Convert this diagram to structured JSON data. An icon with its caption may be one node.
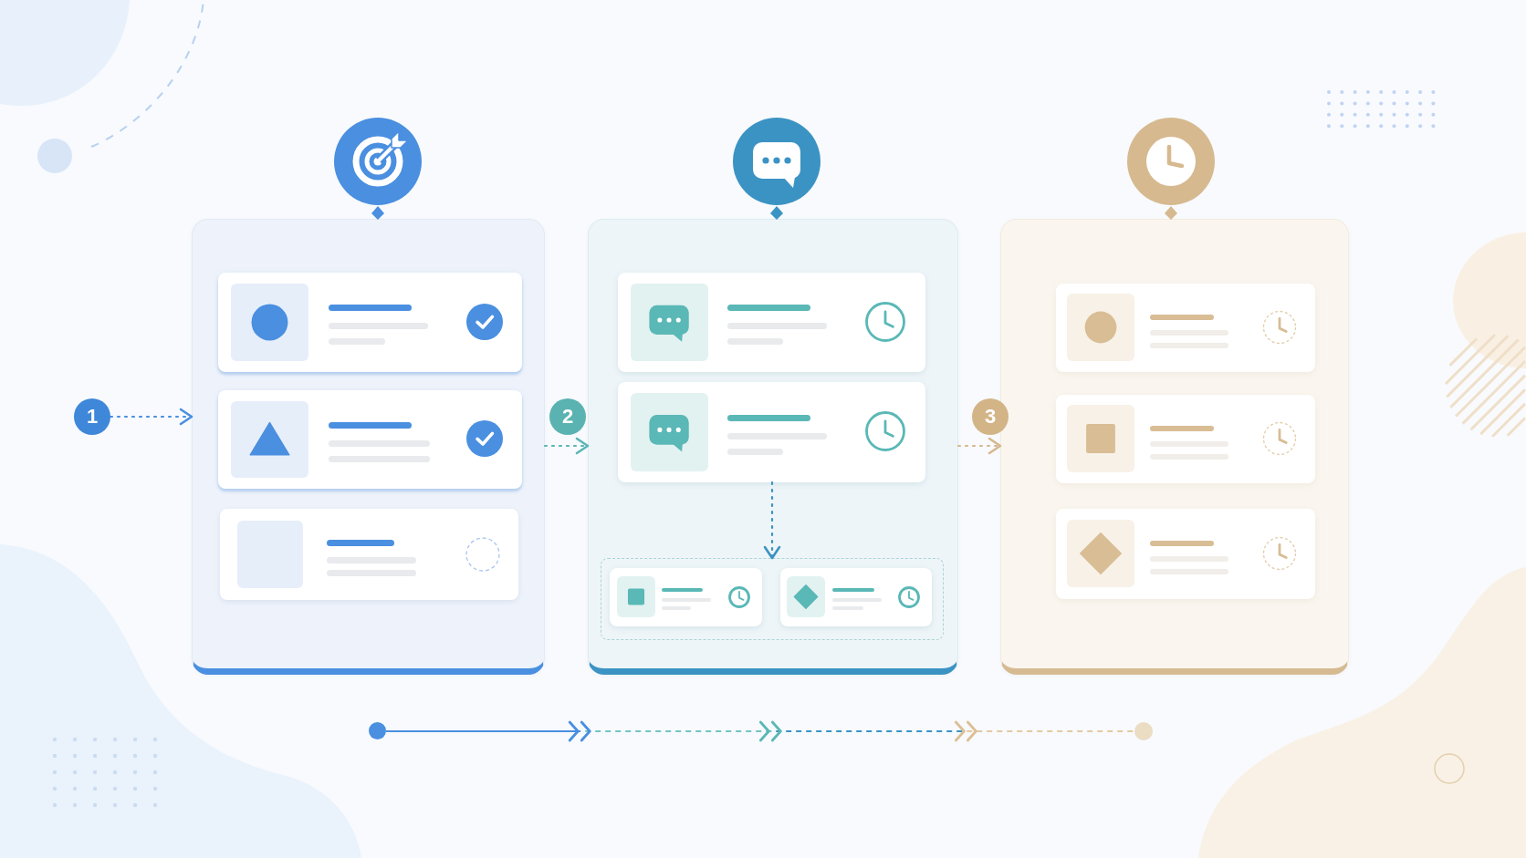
{
  "diagram": {
    "nodes": [
      {
        "text": [
          "1"
        ]
      },
      {
        "text": [],
        "shape": "circle"
      },
      {
        "text": [],
        "shape": "box"
      },
      {
        "text": [],
        "shape": "box",
        "in": 2
      },
      {
        "text": [],
        "shape": "box",
        "in": 2
      },
      {
        "text": [],
        "shape": "box",
        "in": 2
      },
      {
        "text": [
          "2"
        ]
      },
      {
        "text": [],
        "shape": "circle"
      },
      {
        "text": [],
        "shape": "box"
      },
      {
        "text": [],
        "shape": "box",
        "in": 8
      },
      {
        "text": [],
        "shape": "box",
        "in": 8
      },
      {
        "text": [],
        "shape": "box",
        "in": 8
      },
      {
        "text": [],
        "shape": "box",
        "in": 11
      },
      {
        "text": [],
        "shape": "box",
        "in": 11
      },
      {
        "text": [
          "3"
        ]
      },
      {
        "text": [],
        "shape": "circle"
      },
      {
        "text": [],
        "shape": "box"
      },
      {
        "text": [],
        "shape": "box",
        "in": 16
      },
      {
        "text": [],
        "shape": "box",
        "in": 16
      },
      {
        "text": [],
        "shape": "box",
        "in": 16
      },
      {
        "text": [],
        "shape": "circle"
      },
      {
        "text": [],
        "shape": "circle"
      }
    ],
    "edges": [
      {
        "from": 0,
        "to": 2,
        "arrow": "to",
        "style": "dashed",
        "color": "#4a8fe0"
      },
      {
        "from": 2,
        "to": 8,
        "arrow": "to",
        "style": "dashed",
        "color": "#5ab6b5"
      },
      {
        "from": 10,
        "to": 11,
        "arrow": "to",
        "style": "dashed",
        "color": "#3b93c3"
      },
      {
        "from": 8,
        "to": 16,
        "arrow": "to",
        "style": "dashed",
        "color": "#d6b88e"
      },
      {
        "from": 20,
        "to": 21,
        "arrow": "to",
        "style": "dashed"
      }
    ]
  }
}
